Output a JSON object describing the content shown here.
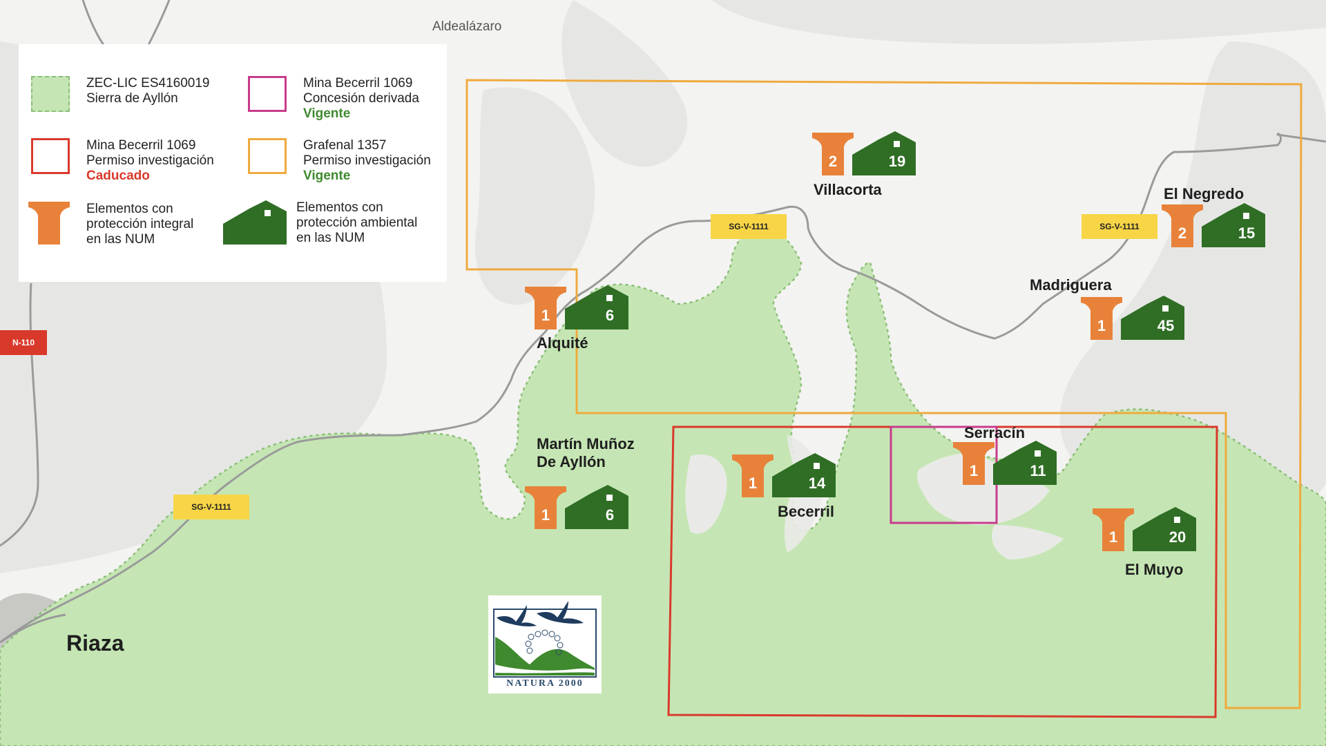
{
  "legend": {
    "zec": {
      "line1": "ZEC-LIC ES4160019",
      "line2": "Sierra de Ayllón"
    },
    "red": {
      "line1": "Mina Becerril 1069",
      "line2": "Permiso investigación",
      "status": "Caducado"
    },
    "pink": {
      "line1": "Mina Becerril 1069",
      "line2": "Concesión derivada",
      "status": "Vigente"
    },
    "orange": {
      "line1": "Grafenal 1357",
      "line2": "Permiso investigación",
      "status": "Vigente"
    },
    "integral": {
      "line1": "Elementos con",
      "line2": "protección integral",
      "line3": "en las NUM"
    },
    "ambiental": {
      "line1": "Elementos con",
      "line2": "protección ambiental",
      "line3": "en las NUM"
    }
  },
  "places": {
    "aldealazaro": "Aldealázaro",
    "villacorta": "Villacorta",
    "el_negredo": "El Negredo",
    "madriguera": "Madriguera",
    "alquite": "Alquité",
    "martin_line1": "Martín Muñoz",
    "martin_line2": "De Ayllón",
    "becerril": "Becerril",
    "serracin": "Serracín",
    "el_muyo": "El Muyo",
    "riaza": "Riaza"
  },
  "roads": {
    "sgv1111": "SG-V-1111",
    "n110": "N-110"
  },
  "counts": {
    "villacorta": {
      "integral": "2",
      "ambiental": "19"
    },
    "el_negredo": {
      "integral": "2",
      "ambiental": "15"
    },
    "madriguera": {
      "integral": "1",
      "ambiental": "45"
    },
    "alquite": {
      "integral": "1",
      "ambiental": "6"
    },
    "martin": {
      "integral": "1",
      "ambiental": "6"
    },
    "becerril": {
      "integral": "1",
      "ambiental": "14"
    },
    "serracin": {
      "integral": "1",
      "ambiental": "11"
    },
    "el_muyo": {
      "integral": "1",
      "ambiental": "20"
    }
  },
  "logo": {
    "text": "NATURA 2000"
  },
  "colors": {
    "zec_fill": "#c5e6b4",
    "caducado": "#d9392b",
    "concesion": "#c83b8b",
    "grafenal": "#efaa3e",
    "integral_icon": "#e8823a",
    "ambiental_icon": "#2f6e24"
  }
}
